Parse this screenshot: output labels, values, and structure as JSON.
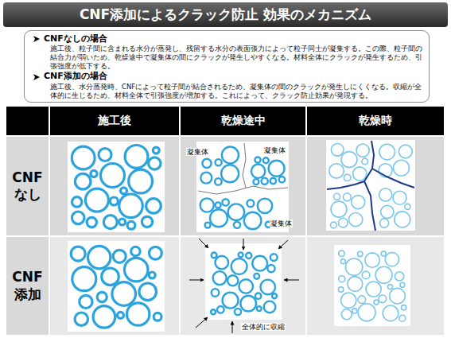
{
  "diagram": {
    "title": "CNF添加によるクラック防止 効果のメカニズム",
    "nodes": [
      {
        "text": [
          "CNFなしの場合",
          "施工後、粒子間に含まれる水分が蒸発し、残留する水分の表面張力によって粒子同士が凝集する。この際、粒子間の結合力が弱いため、乾燥途中で凝集体の間にクラックが発生しやすくなる。材料全体にクラックが発生するため、引張強度が低下する。",
          "CNF添加の場合",
          "施工後、水分蒸発時、CNFによって粒子間が結合されるため、凝集体の間のクラックが発生しにくくなる。収縮が全体的に生じるため、材料全体で引張強度が増加する。これによって、クラック防止効果が発現する。"
        ]
      },
      {
        "text": [
          "施工後"
        ]
      },
      {
        "text": [
          "乾燥途中"
        ]
      },
      {
        "text": [
          "乾燥時"
        ]
      },
      {
        "text": [
          "CNF なし"
        ]
      },
      {
        "text": [
          "CNF 添加"
        ]
      }
    ],
    "edges": [],
    "labels": [
      "凝集体",
      "凝集体",
      "凝集体",
      "全体的に収縮"
    ]
  }
}
